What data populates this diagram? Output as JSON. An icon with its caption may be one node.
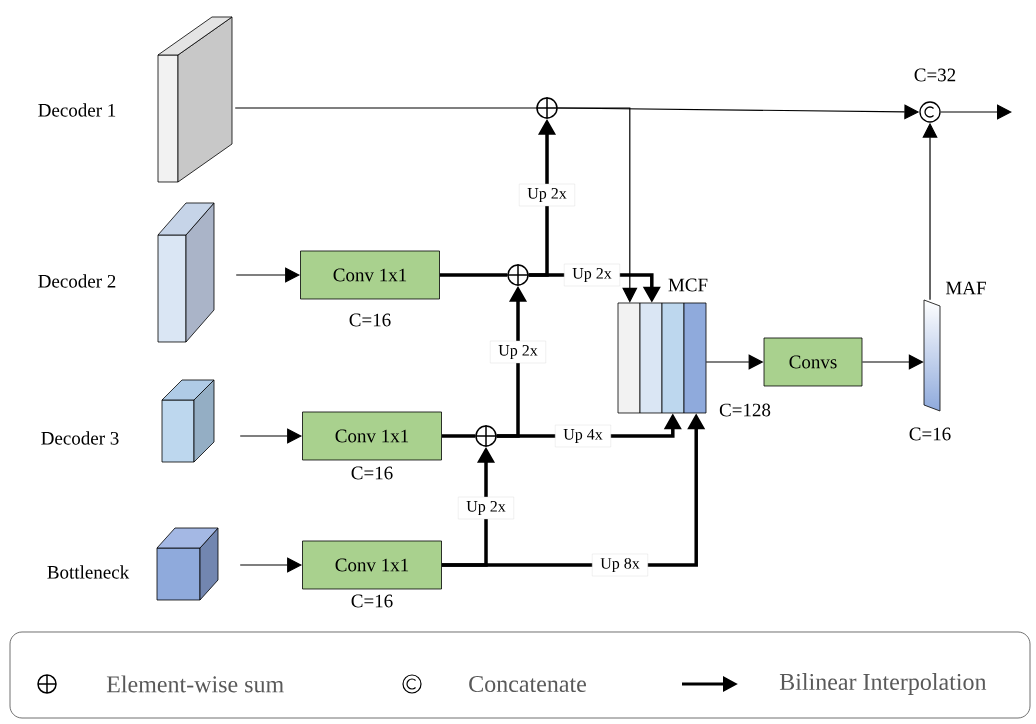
{
  "diagram": {
    "nodes": [
      {
        "text": [
          "Decoder 1"
        ]
      },
      {
        "text": [
          "Decoder 2"
        ]
      },
      {
        "text": [
          "Decoder 3"
        ]
      },
      {
        "text": [
          "Bottleneck"
        ]
      },
      {
        "text": [
          "Conv 1x1"
        ],
        "beside": [
          "C=16"
        ]
      },
      {
        "text": [
          "Conv 1x1"
        ],
        "beside": [
          "C=16"
        ]
      },
      {
        "text": [
          "Conv 1x1"
        ],
        "beside": [
          "C=16"
        ]
      },
      {
        "text": [],
        "shape": "circle"
      },
      {
        "text": [],
        "shape": "circle"
      },
      {
        "text": [],
        "shape": "circle"
      },
      {
        "text": [],
        "shape": "circle",
        "beside": [
          "C=32"
        ]
      },
      {
        "text": [
          "MCF"
        ],
        "beside": [
          "C=128"
        ]
      },
      {
        "text": [
          "Convs"
        ]
      },
      {
        "text": [
          "MAF"
        ],
        "beside": [
          "C=16"
        ]
      }
    ],
    "edges": [
      {
        "from": 0,
        "to": 7,
        "arrow": "none"
      },
      {
        "from": 7,
        "to": 10,
        "arrow": "to"
      },
      {
        "from": 7,
        "to": 11,
        "arrow": "to"
      },
      {
        "from": 1,
        "to": 4,
        "arrow": "to"
      },
      {
        "from": 4,
        "to": 8,
        "arrow": "none",
        "style": "thick"
      },
      {
        "from": 8,
        "to": 7,
        "arrow": "to",
        "style": "thick",
        "label": "Up 2x"
      },
      {
        "from": 8,
        "to": 11,
        "arrow": "to",
        "style": "thick",
        "label": "Up 2x"
      },
      {
        "from": 2,
        "to": 5,
        "arrow": "to"
      },
      {
        "from": 5,
        "to": 9,
        "arrow": "none",
        "style": "thick"
      },
      {
        "from": 9,
        "to": 8,
        "arrow": "to",
        "style": "thick",
        "label": "Up 2x"
      },
      {
        "from": 9,
        "to": 11,
        "arrow": "to",
        "style": "thick",
        "label": "Up 4x"
      },
      {
        "from": 3,
        "to": 6,
        "arrow": "to"
      },
      {
        "from": 6,
        "to": 9,
        "arrow": "to",
        "style": "thick",
        "label": "Up 2x"
      },
      {
        "from": 6,
        "to": 11,
        "arrow": "to",
        "style": "thick",
        "label": "Up 8x"
      },
      {
        "from": 11,
        "to": 12,
        "arrow": "to"
      },
      {
        "from": 12,
        "to": 13,
        "arrow": "to"
      },
      {
        "from": 13,
        "to": 10,
        "arrow": "to"
      },
      {
        "from": 10,
        "to": null,
        "arrow": "to"
      }
    ],
    "legend": [
      {
        "text": "Element-wise sum"
      },
      {
        "text": "Concatenate"
      },
      {
        "text": "Bilinear Interpolation"
      }
    ]
  }
}
